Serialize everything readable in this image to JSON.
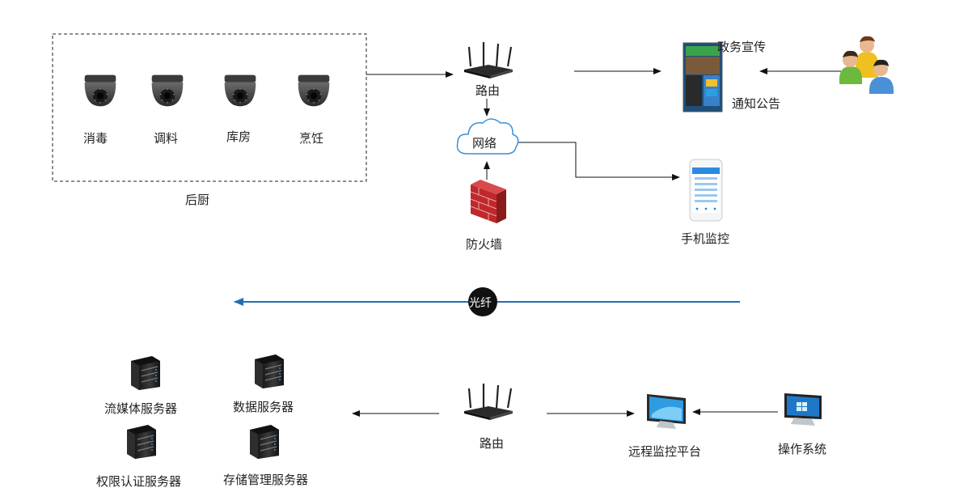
{
  "kitchen": {
    "group_label": "后厨",
    "cameras": [
      {
        "label": "消毒"
      },
      {
        "label": "调料"
      },
      {
        "label": "库房"
      },
      {
        "label": "烹饪"
      }
    ]
  },
  "top": {
    "router_label": "路由",
    "cloud_label": "网络",
    "firewall_label": "防火墙",
    "kiosk_label_top": "政务宣传",
    "kiosk_label_bottom": "通知公告",
    "phone_label": "手机监控"
  },
  "fiber": {
    "label": "光纤"
  },
  "bottom": {
    "servers": [
      {
        "label": "流媒体服务器"
      },
      {
        "label": "数据服务器"
      },
      {
        "label": "权限认证服务器"
      },
      {
        "label": "存储管理服务器"
      }
    ],
    "router_label": "路由",
    "platform_label": "远程监控平台",
    "os_label": "操作系统"
  },
  "colors": {
    "fiber": "#1f6fb5",
    "line": "#111111",
    "firewall": "#c0282b"
  },
  "icons": [
    "dome-camera-icon",
    "router-icon",
    "cloud-icon",
    "firewall-icon",
    "kiosk-icon",
    "users-icon",
    "phone-icon",
    "server-icon",
    "monitor-icon",
    "desktop-icon"
  ]
}
